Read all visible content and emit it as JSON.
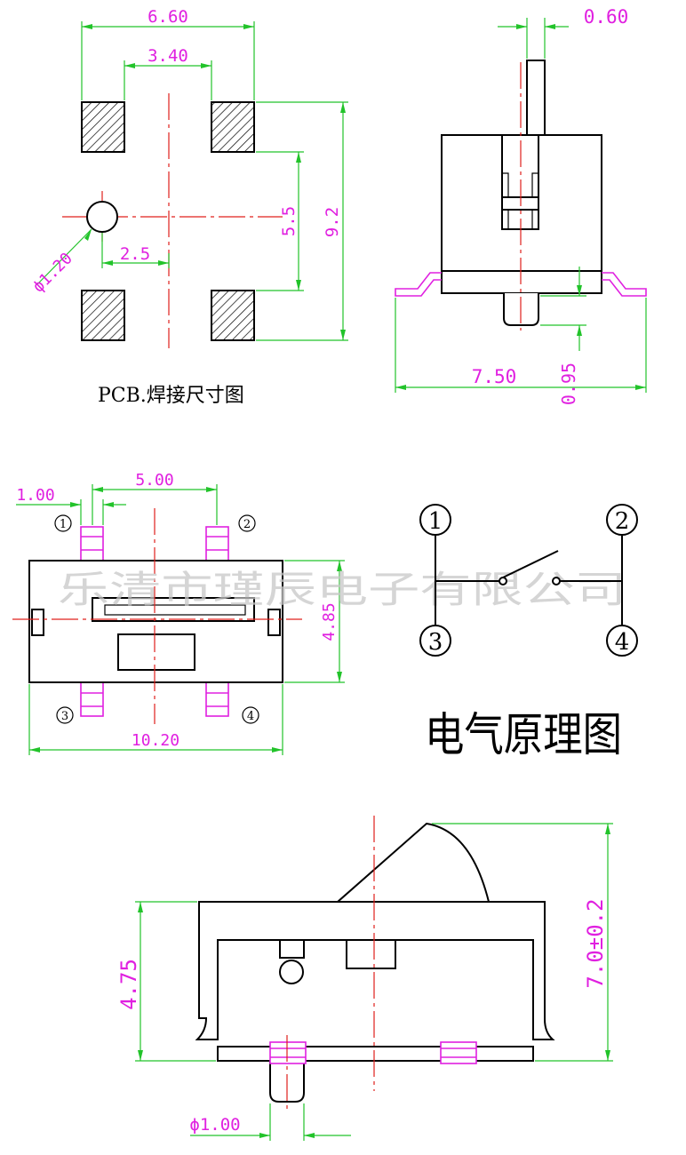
{
  "pcb_view": {
    "dim_overall_width": "6.60",
    "dim_pad_spacing": "3.40",
    "dim_pad_vertical": "5.5",
    "dim_overall_height": "9.2",
    "dim_hole_dia": "ϕ1.20",
    "dim_hole_offset": "2.5",
    "caption": "PCB.焊接尺寸图"
  },
  "side_view": {
    "dim_actuator_width": "0.60",
    "dim_total_width": "7.50",
    "dim_lead_height": "0.95"
  },
  "top_view": {
    "dim_pin_width": "1.00",
    "dim_pin_pitch": "5.00",
    "dim_body_height": "4.85",
    "dim_body_length": "10.20",
    "pin_labels": [
      "1",
      "2",
      "3",
      "4"
    ],
    "watermark": "乐清市瑾辰电子有限公司"
  },
  "schematic": {
    "terminals": [
      "1",
      "2",
      "3",
      "4"
    ],
    "caption": "电气原理图"
  },
  "front_view": {
    "dim_body_height": "4.75",
    "dim_total_height": "7.0±0.2",
    "dim_peg_dia": "ϕ1.00"
  },
  "colors": {
    "outline": "#000000",
    "dimension": "#22c32a",
    "centerline": "#e0201c",
    "label": "#e020e0"
  }
}
